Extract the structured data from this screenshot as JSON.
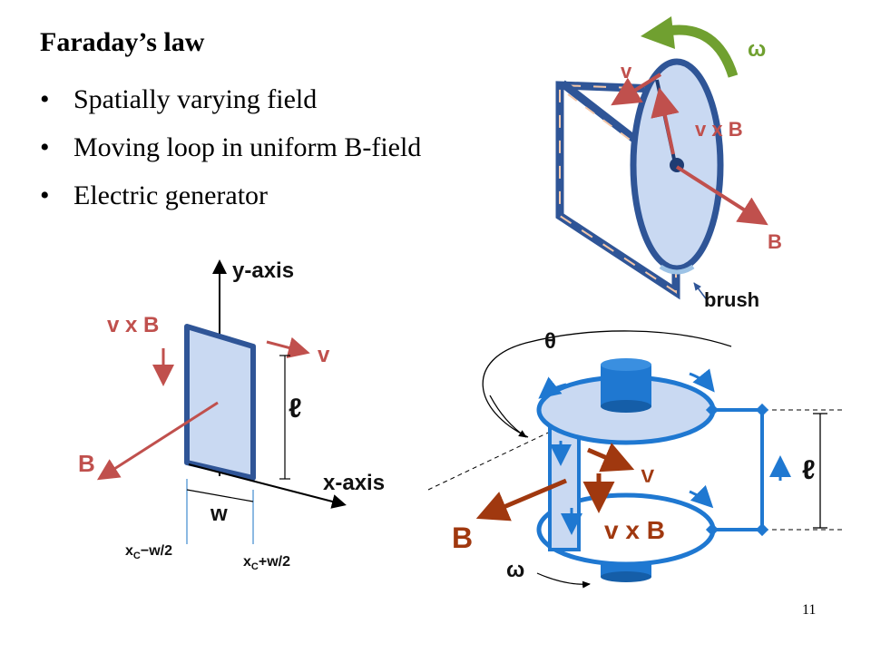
{
  "slide": {
    "title": "Faraday’s law",
    "bullets": [
      "Spatially varying field",
      "Moving loop in uniform B-field",
      "Electric generator"
    ],
    "bullet_glyph": "•",
    "page_number": "11"
  },
  "loop_diagram": {
    "y_axis": "y-axis",
    "x_axis": "x-axis",
    "vxb": "v x B",
    "v": "v",
    "b": "B",
    "ell": "ℓ",
    "w": "w",
    "xc_minus": "x_C−w/2",
    "xc_minus_base": "x",
    "xc_minus_sub": "C",
    "xc_minus_tail": "−w/2",
    "xc_plus_base": "x",
    "xc_plus_sub": "C",
    "xc_plus_tail": "+w/2"
  },
  "disc_diagram": {
    "omega": "ω",
    "v": "v",
    "vxb": "v x B",
    "b": "B",
    "brush": "brush"
  },
  "generator_diagram": {
    "theta": "θ",
    "v": "v",
    "vxb": "v x B",
    "b": "B",
    "ell": "ℓ",
    "omega": "ω"
  },
  "colors": {
    "navy": "#2f5597",
    "light_blue": "#c9d9f2",
    "red_arrow": "#c0504d",
    "green_arrow": "#70a030",
    "bright_blue": "#1f78d1",
    "dark_red": "#a0380f",
    "brush_blue": "#9dc3e6"
  }
}
